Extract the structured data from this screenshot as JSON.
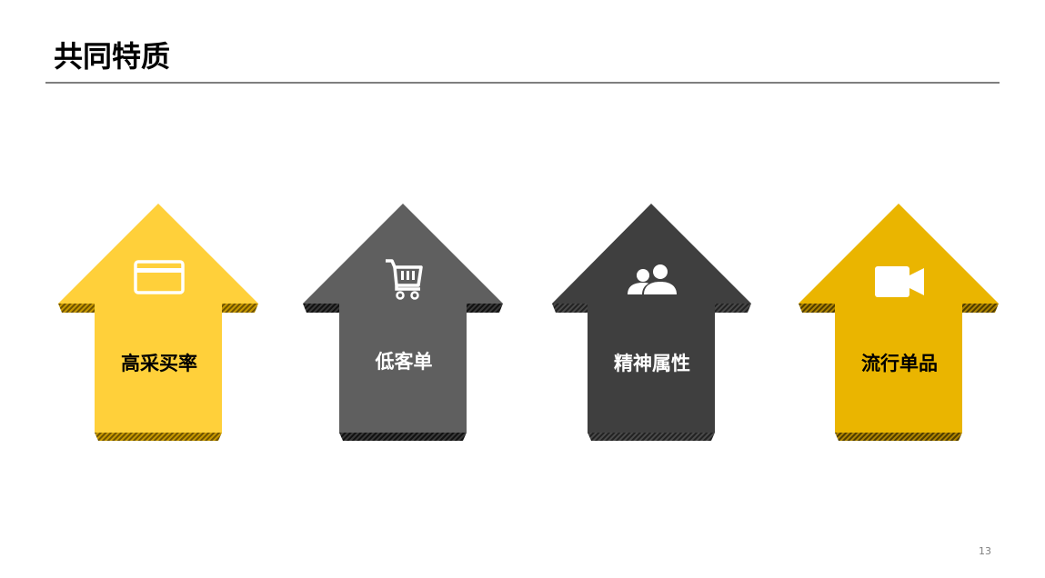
{
  "slide": {
    "title": "共同特质",
    "page_number": "13"
  },
  "arrows": [
    {
      "label": "高采买率",
      "icon": "credit-card-icon",
      "fill": "#FFD03A",
      "shadow": "#A07D00",
      "text_color": "#000000"
    },
    {
      "label": "低客单",
      "icon": "shopping-cart-icon",
      "fill": "#5F5F5F",
      "shadow": "#262626",
      "text_color": "#FFFFFF"
    },
    {
      "label": "精神属性",
      "icon": "users-icon",
      "fill": "#3F3F3F",
      "shadow": "#1E1E1E",
      "text_color": "#FFFFFF"
    },
    {
      "label": "流行单品",
      "icon": "video-camera-icon",
      "fill": "#EAB500",
      "shadow": "#7A5E00",
      "text_color": "#000000"
    }
  ]
}
